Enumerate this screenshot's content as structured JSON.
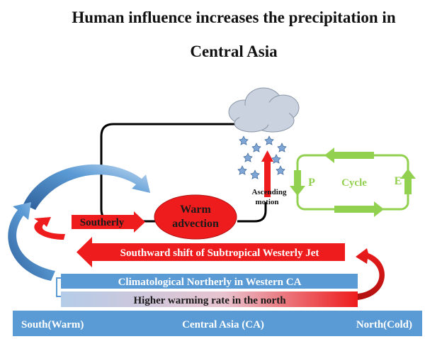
{
  "title": {
    "line1": "Human influence increases the precipitation in",
    "line2": "Central Asia"
  },
  "labels": {
    "ascending_line1": "Ascending",
    "ascending_line2": "motion",
    "southerly": "Southerly",
    "warm_line1": "Warm",
    "warm_line2": "advection",
    "jet": "Southward shift of Subtropical Westerly Jet",
    "northerly": "Climatological Northerly in Western CA",
    "warming": "Higher warming rate in the north",
    "cycle": "Cycle",
    "cycle_p": "P",
    "cycle_e": "E",
    "axis_south": "South(Warm)",
    "axis_center": "Central Asia (CA)",
    "axis_north": "North(Cold)"
  },
  "colors": {
    "red": "#ee1c1c",
    "blue": "#5b9bd5",
    "green": "#92d050",
    "cloud": "#c9d2de"
  }
}
